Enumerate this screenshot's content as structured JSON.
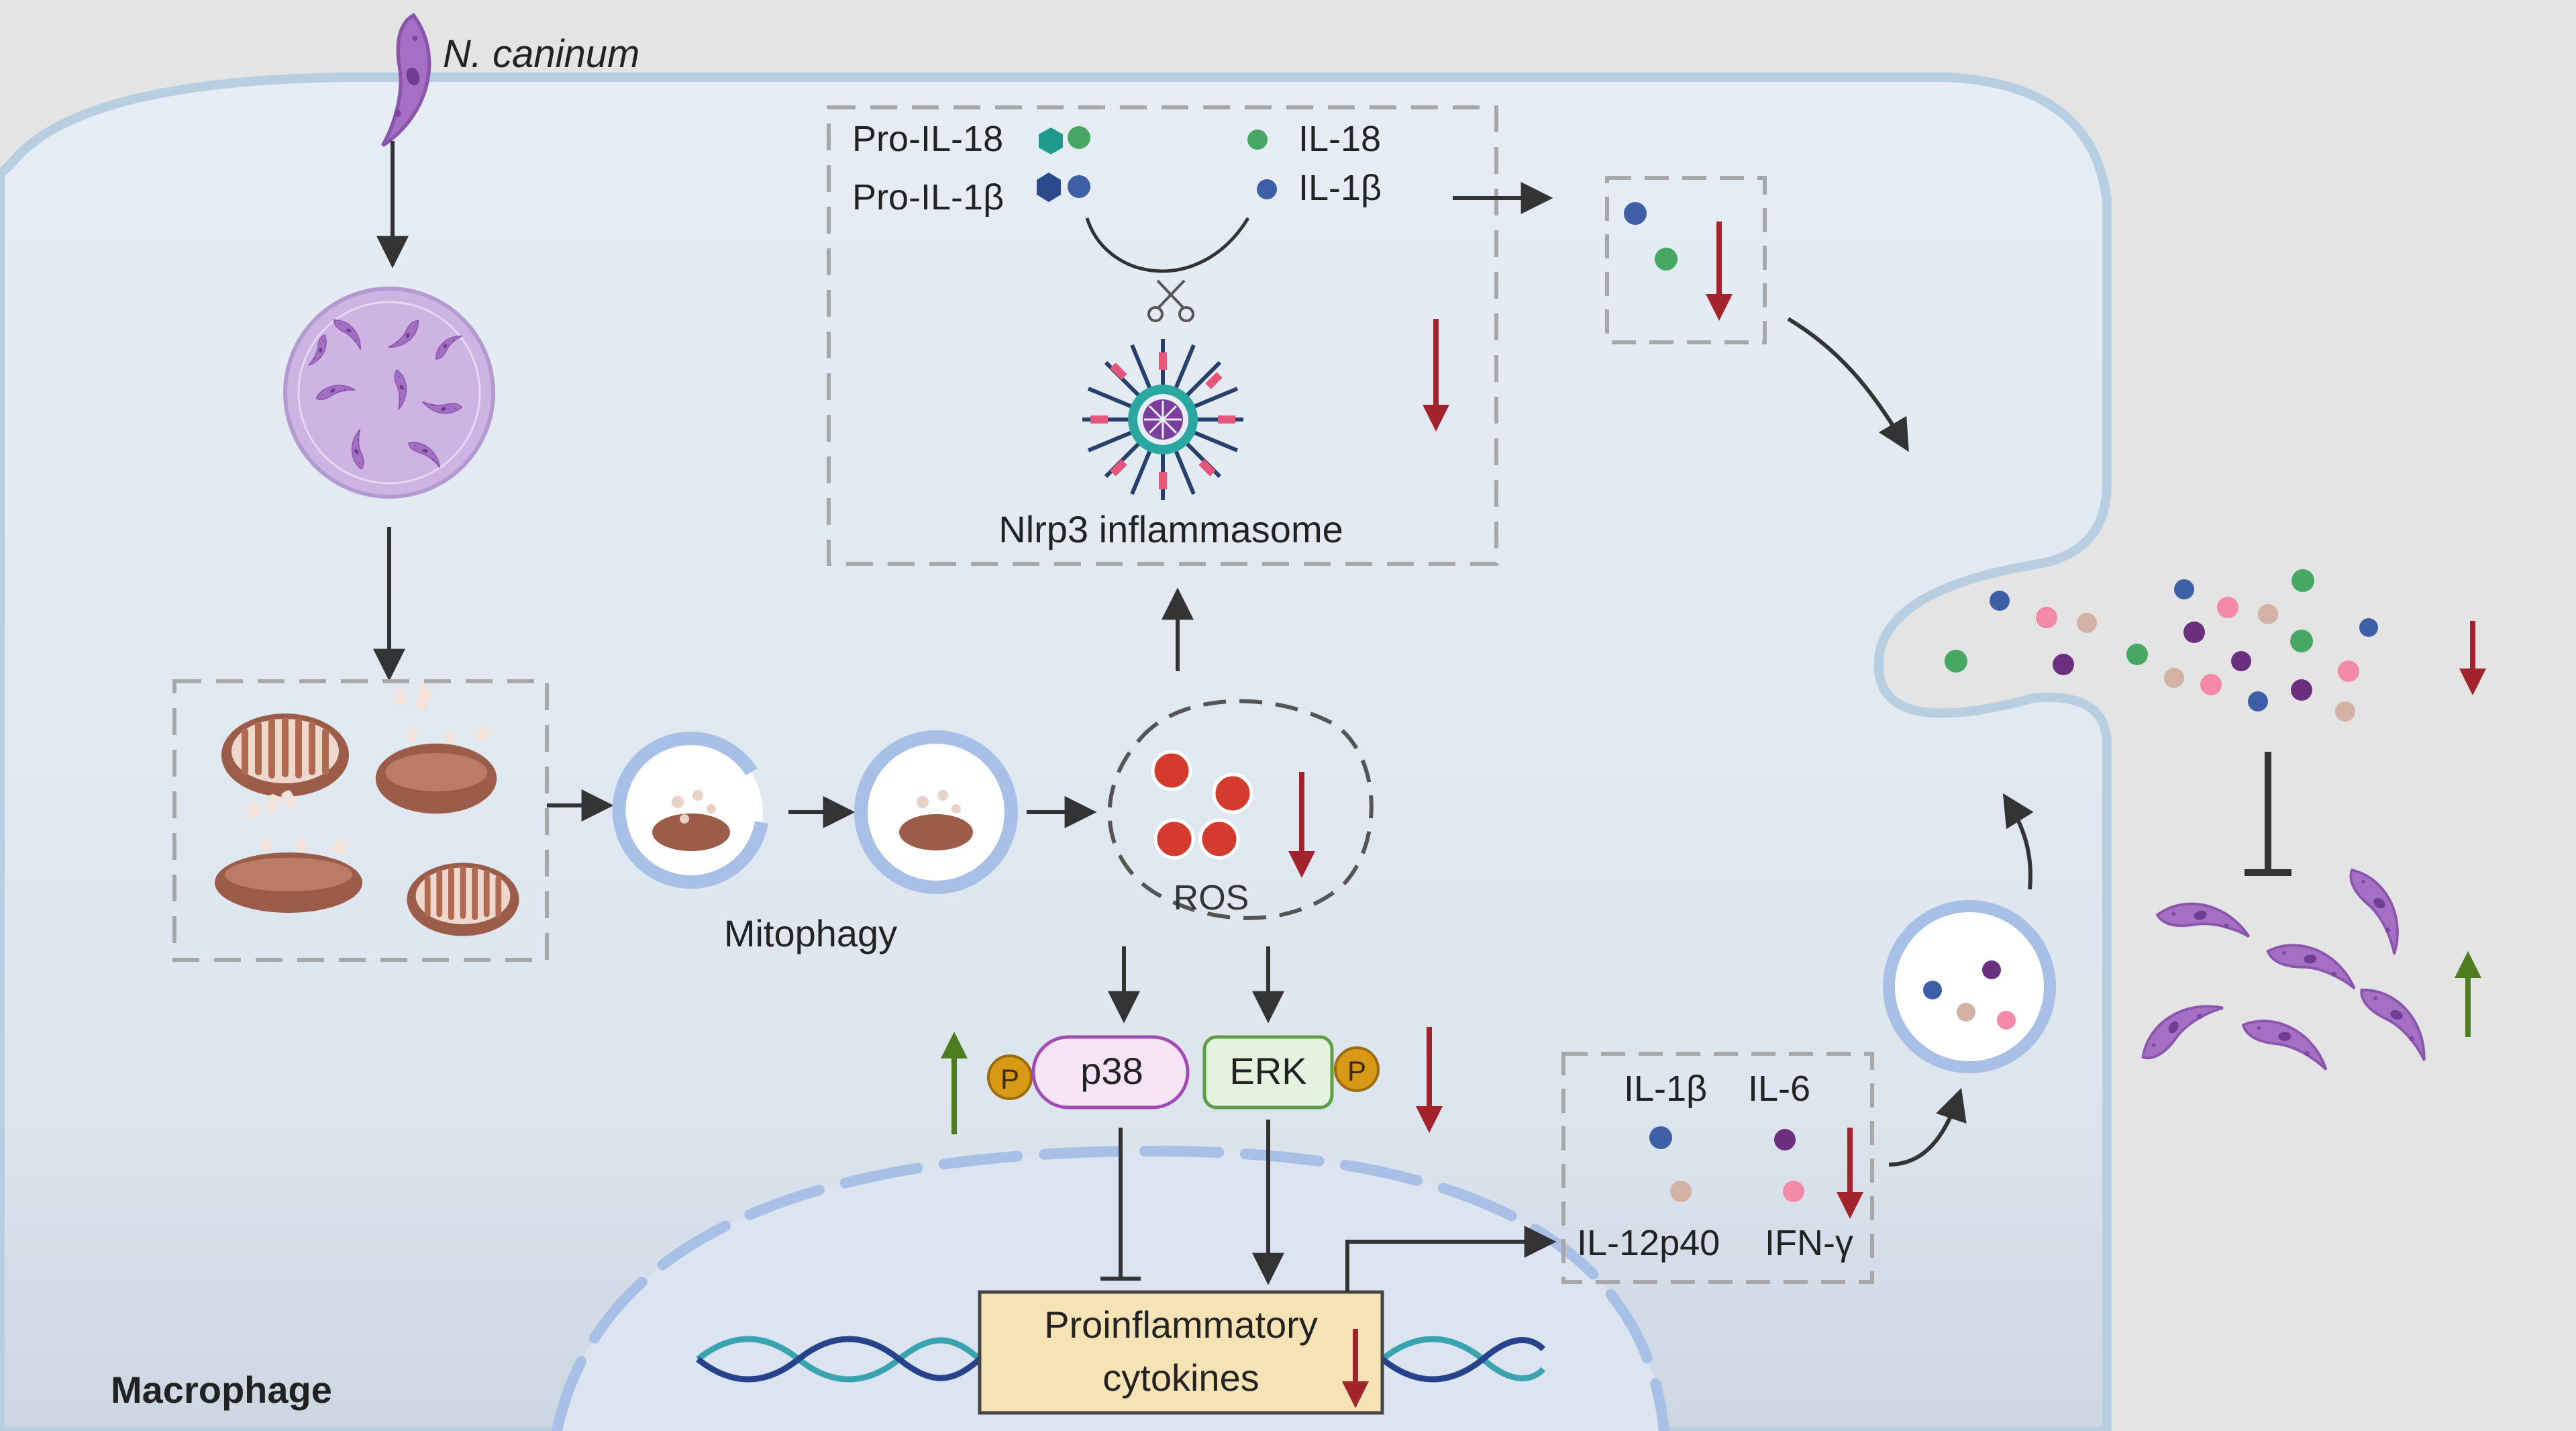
{
  "labels": {
    "pathogen": "N. caninum",
    "pro_il18": "Pro-IL-18",
    "pro_il1b": "Pro-IL-1β",
    "il18": "IL-18",
    "il1b": "IL-1β",
    "inflammasome": "Nlrp3 inflammasome",
    "mitophagy": "Mitophagy",
    "ros": "ROS",
    "p38": "p38",
    "erk": "ERK",
    "phospho": "P",
    "proinflammatory_line1": "Proinflammatory",
    "proinflammatory_line2": "cytokines",
    "cyt_il1b": "IL-1β",
    "cyt_il6": "IL-6",
    "cyt_il12p40": "IL-12p40",
    "cyt_ifng": "IFN-γ",
    "cell": "Macrophage"
  },
  "colors": {
    "background": "#e4e4e4",
    "cell_fill": "#dfe6ef",
    "membrane": "#b7cfe0",
    "nucleus_dash": "#a9c0e6",
    "arrow": "#333333",
    "decrease_arrow": "#a3232d",
    "increase_arrow": "#4e7d1f",
    "parasite": "#a56fc4",
    "vacuole": "#cdb4e3",
    "mitochondria": "#9b5c49",
    "il18_green": "#46a862",
    "il1b_blue": "#3e5fa6",
    "il6_purple": "#6a2f7e",
    "il12_beige": "#d2b2a5",
    "ifng_pink": "#f28aa8",
    "pro_il18_teal": "#1e9a8a",
    "p38_fill": "#f6e4f6",
    "p38_stroke": "#a24bb4",
    "erk_fill": "#e3f3dd",
    "erk_stroke": "#5e9e47",
    "phospho_fill": "#d89a16",
    "cytokine_box": "#f6e3b5",
    "dna_teal": "#3aa3b0",
    "dna_navy": "#25428a"
  }
}
